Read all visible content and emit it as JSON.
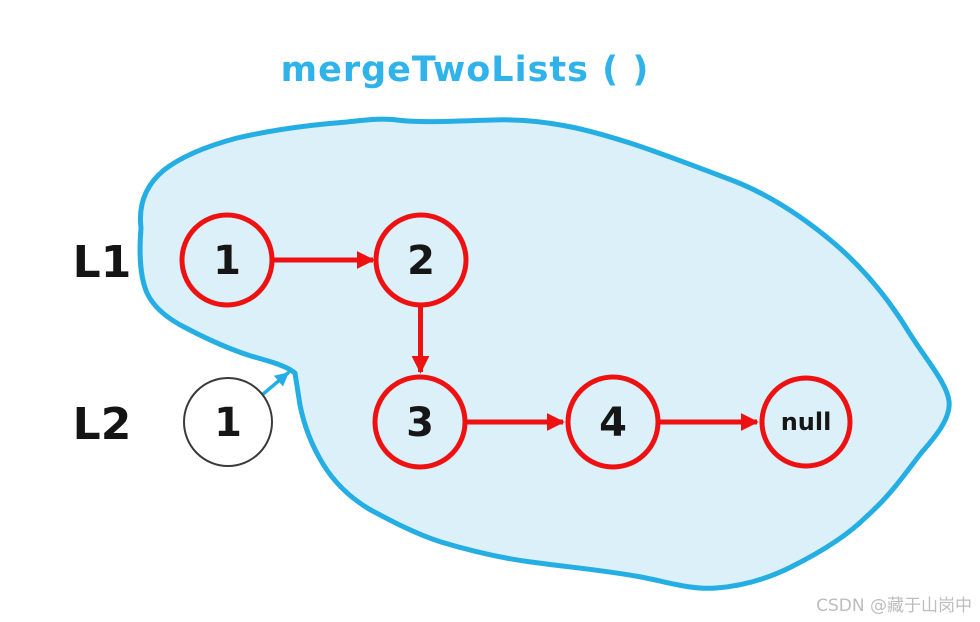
{
  "title": "mergeTwoLists ( )",
  "labels": {
    "list1": "L1",
    "list2": "L2"
  },
  "nodes": {
    "l1_node1": "1",
    "l1_node2": "2",
    "l2_node1": "1",
    "merged_node3": "3",
    "merged_node4": "4",
    "terminator": "null"
  },
  "watermark": "CSDN @藏于山岗中",
  "colors": {
    "accent_cyan": "#25AEE4",
    "title_cyan": "#2FB3EA",
    "blob_fill": "#DCF0FA",
    "node_red": "#EE1111",
    "text_black": "#161616",
    "l2_node_stroke": "#3A3A3A",
    "watermark_gray": "#BDBDBD"
  }
}
